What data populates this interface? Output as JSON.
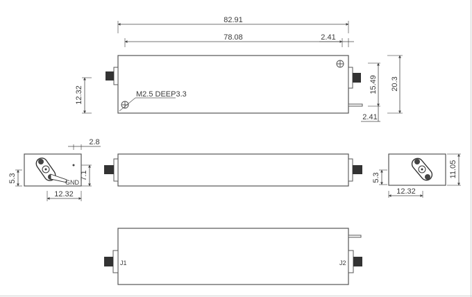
{
  "drawing": {
    "top_view": {
      "dim_overall_length": "82.91",
      "dim_body_length": "78.08",
      "dim_offset_right": "2.41",
      "dim_hole_height": "12.32",
      "dim_connector_height": "15.49",
      "dim_overall_height": "20.3",
      "dim_pin_offset": "2.41",
      "hole_callout": "M2.5  DEEP3.3"
    },
    "left_end_view": {
      "dim_top_offset": "2.8",
      "dim_left_height": "5.3",
      "dim_right_height": "7.1",
      "dim_width": "12.32",
      "gnd_label": "GND"
    },
    "right_end_view": {
      "dim_left_height": "5.3",
      "dim_height": "11.05",
      "dim_width": "12.32"
    },
    "bottom_view": {
      "port_left": "J1",
      "port_right": "J2"
    }
  }
}
